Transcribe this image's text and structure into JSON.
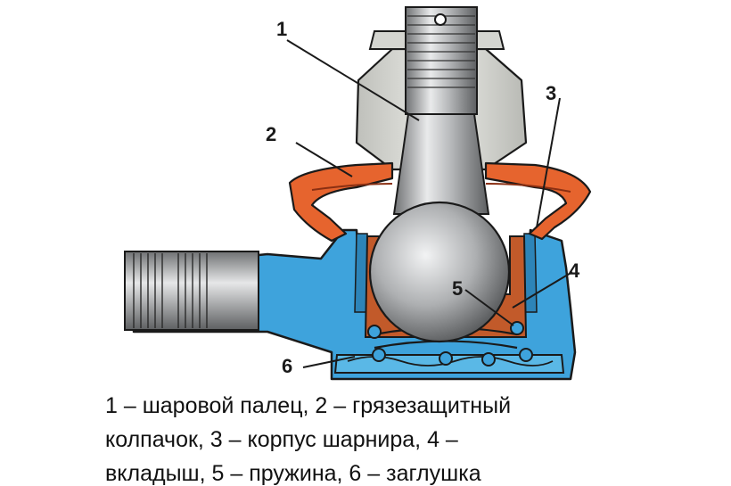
{
  "diagram": {
    "callouts": [
      {
        "number": "1"
      },
      {
        "number": "2"
      },
      {
        "number": "3"
      },
      {
        "number": "4"
      },
      {
        "number": "5"
      },
      {
        "number": "6"
      }
    ]
  },
  "caption": {
    "lines": [
      "1 – шаровой палец, 2 – грязезащитный",
      "колпачок, 3 – корпус шарнира, 4 –",
      "вкладыш, 5 – пружина, 6 – заглушка"
    ]
  },
  "colors": {
    "housing": "#3ea3dc",
    "boot": "#e6642e",
    "liner": "#c25a2a",
    "steel": "#a9abad",
    "nut": "#d4d5d0",
    "outline": "#1a1a1a"
  }
}
